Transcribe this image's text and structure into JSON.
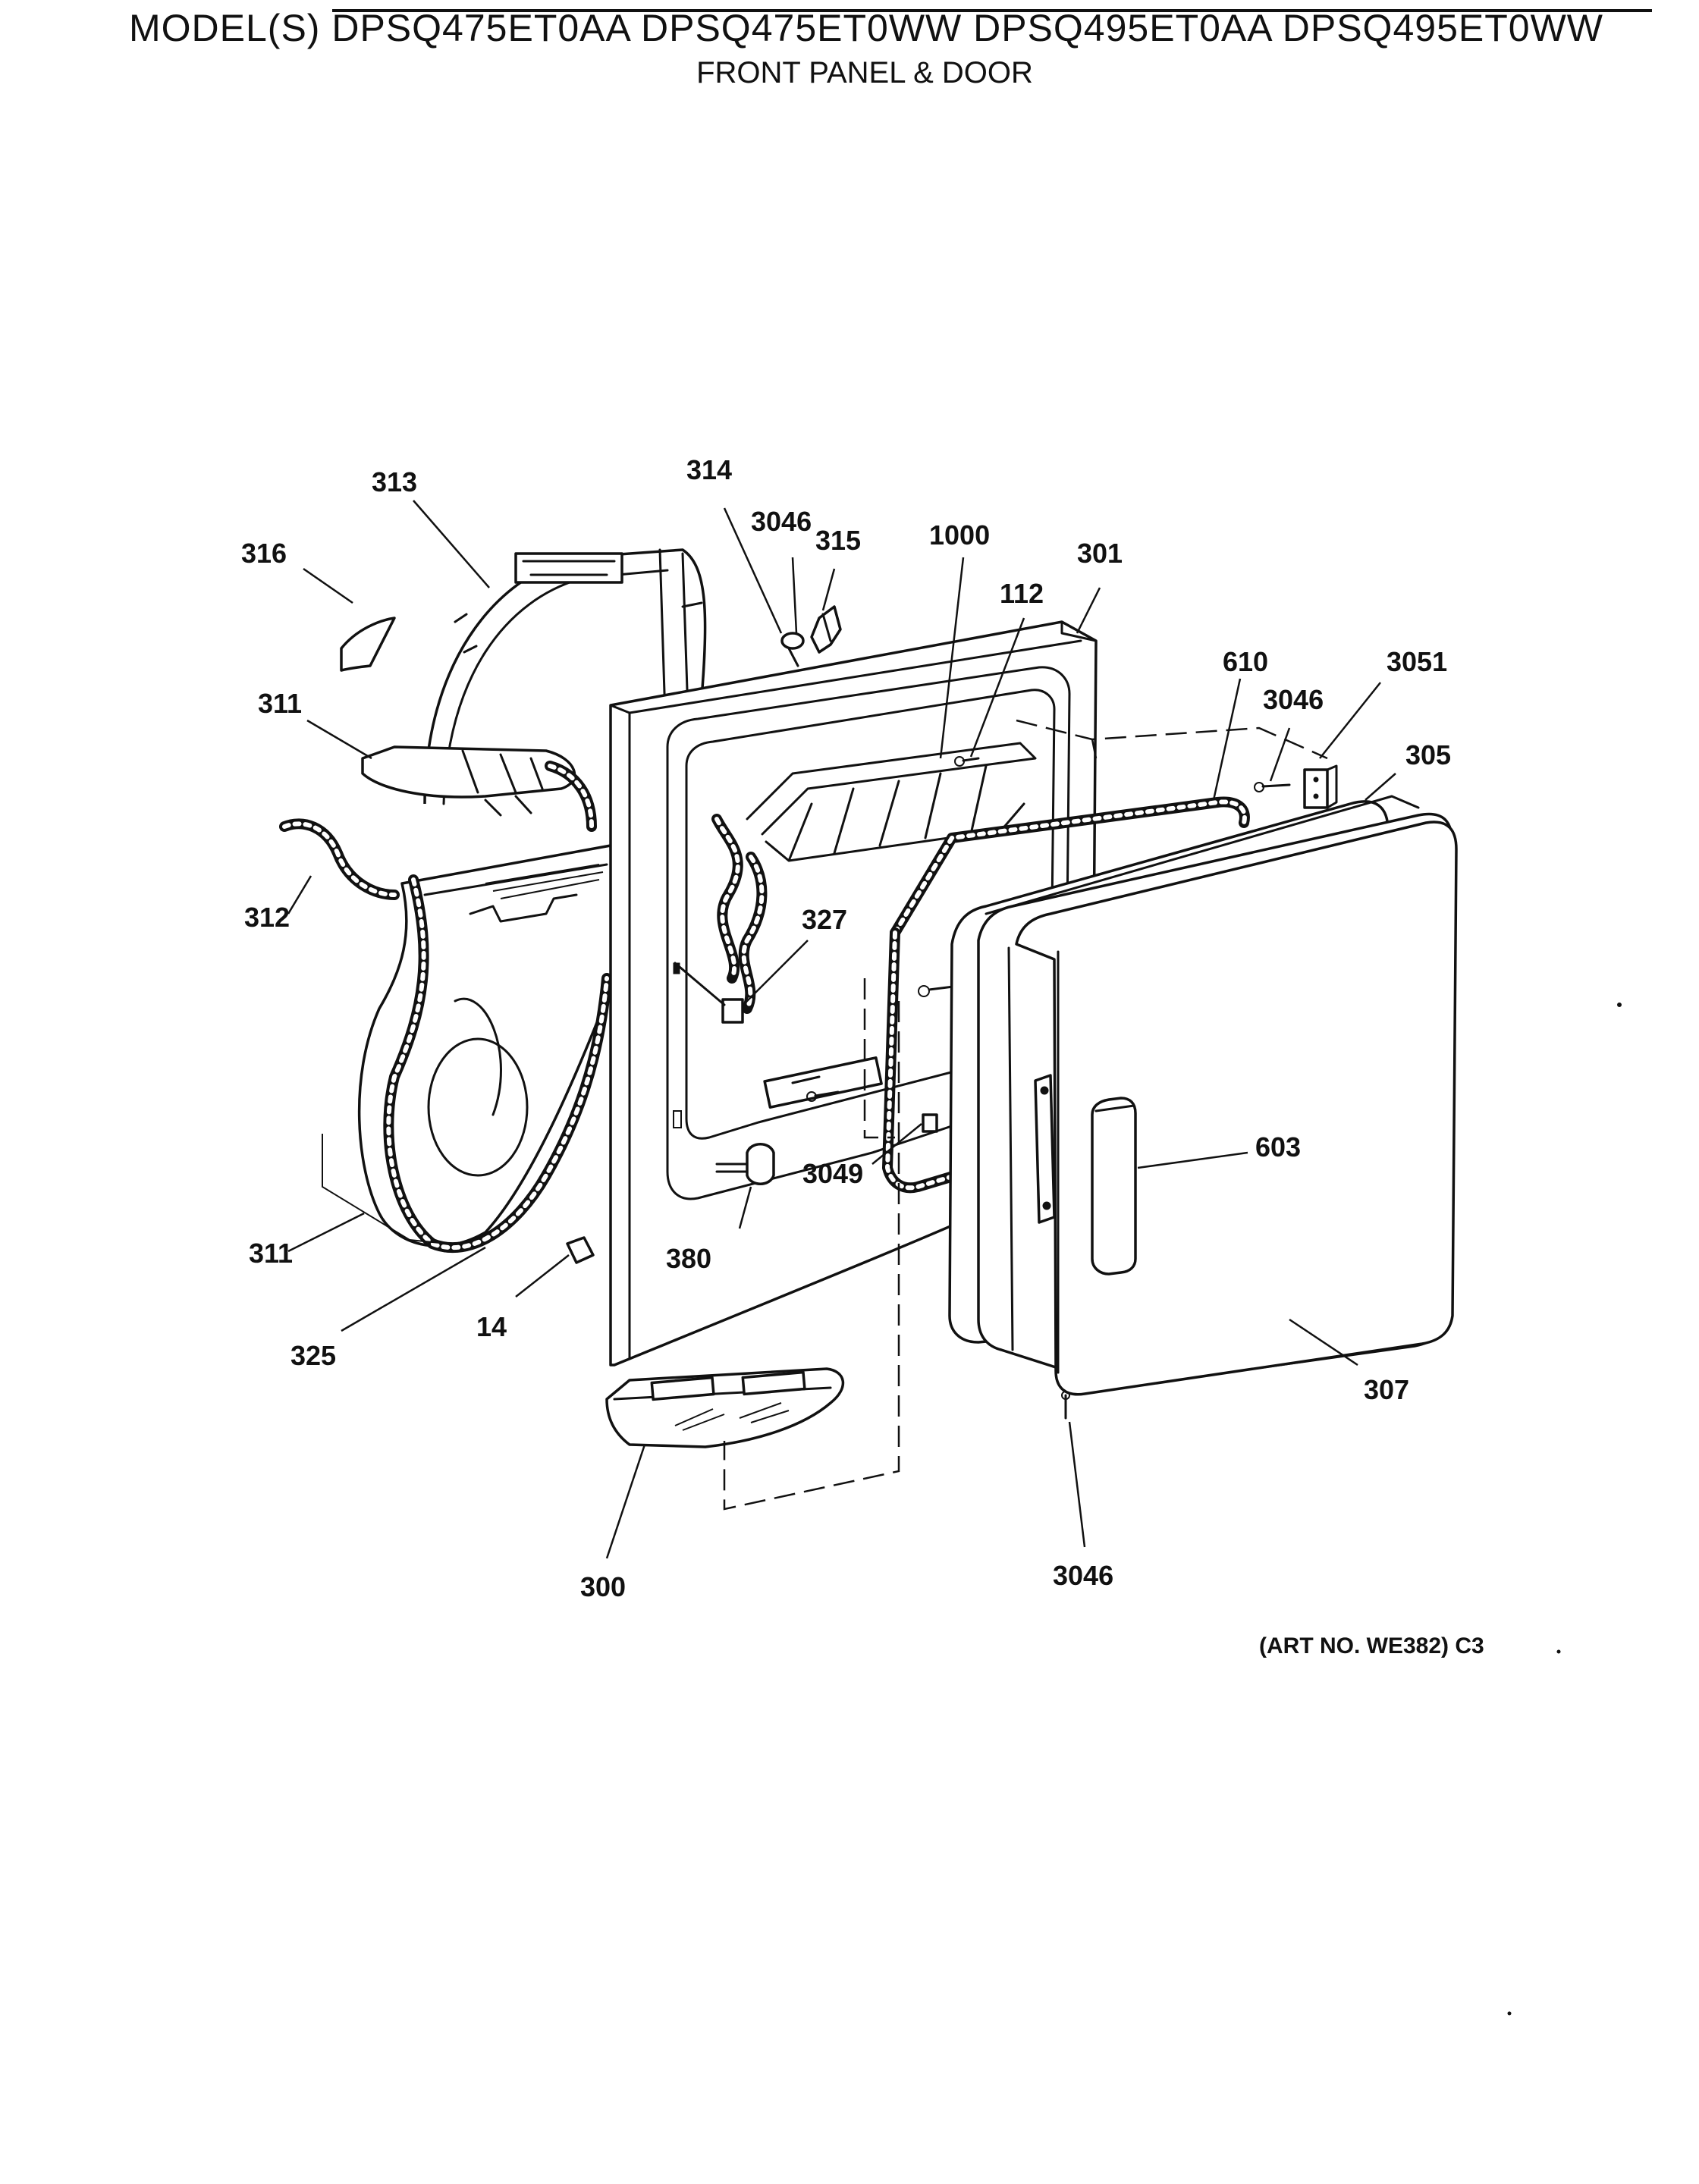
{
  "header": {
    "title": "MODEL(S) DPSQ475ET0AA DPSQ475ET0WW DPSQ495ET0AA DPSQ495ET0WW",
    "subtitle": "FRONT PANEL & DOOR"
  },
  "callouts": {
    "c313": "313",
    "c314": "314",
    "c3046_top": "3046",
    "c315": "315",
    "c1000": "1000",
    "c301": "301",
    "c316": "316",
    "c112": "112",
    "c610": "610",
    "c3046_right": "3046",
    "c3051": "3051",
    "c311_top": "311",
    "c305": "305",
    "c312": "312",
    "c327": "327",
    "c603": "603",
    "c3049": "3049",
    "c311_bottom": "311",
    "c380": "380",
    "c14": "14",
    "c325": "325",
    "c307": "307",
    "c300": "300",
    "c3046_bottom": "3046"
  },
  "footer": {
    "art_number": "(ART NO. WE382) C3"
  }
}
